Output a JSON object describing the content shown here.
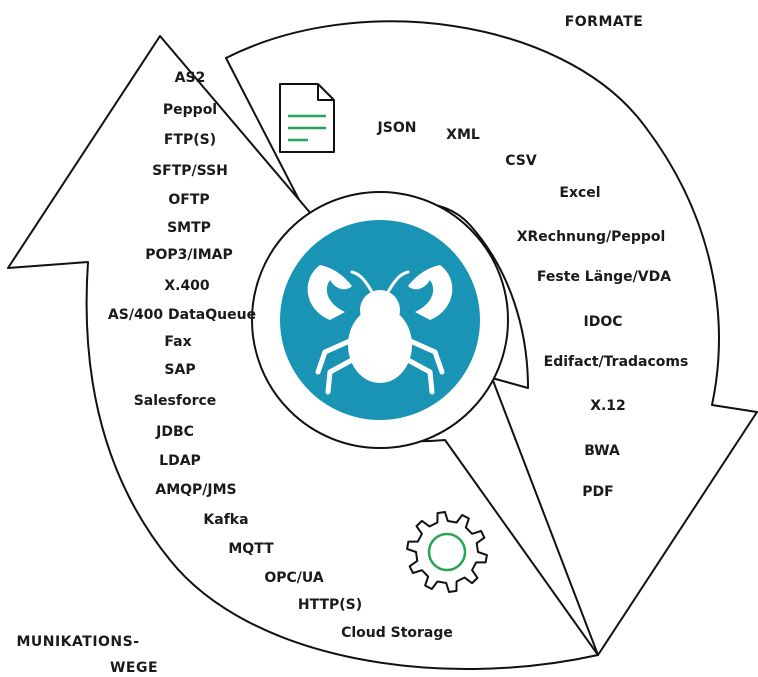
{
  "headings": {
    "formats": "FORMATE",
    "channels_line1": "MUNIKATIONS-",
    "channels_line2": "WEGE"
  },
  "formats": [
    "JSON",
    "XML",
    "CSV",
    "Excel",
    "XRechnung/Peppol",
    "Feste Länge/VDA",
    "IDOC",
    "Edifact/Tradacoms",
    "X.12",
    "BWA",
    "PDF"
  ],
  "channels": [
    "AS2",
    "Peppol",
    "FTP(S)",
    "SFTP/SSH",
    "OFTP",
    "SMTP",
    "POP3/IMAP",
    "X.400",
    "AS/400 DataQueue",
    "Fax",
    "SAP",
    "Salesforce",
    "JDBC",
    "LDAP",
    "AMQP/JMS",
    "Kafka",
    "MQTT",
    "OPC/UA",
    "HTTP(S)",
    "Cloud Storage"
  ],
  "icons": {
    "center": "crab-logo-icon",
    "document": "document-icon",
    "settings": "gear-icon"
  },
  "colors": {
    "accent_blue": "#1a94b5",
    "icon_green": "#2aa35a",
    "stroke": "#111111"
  }
}
